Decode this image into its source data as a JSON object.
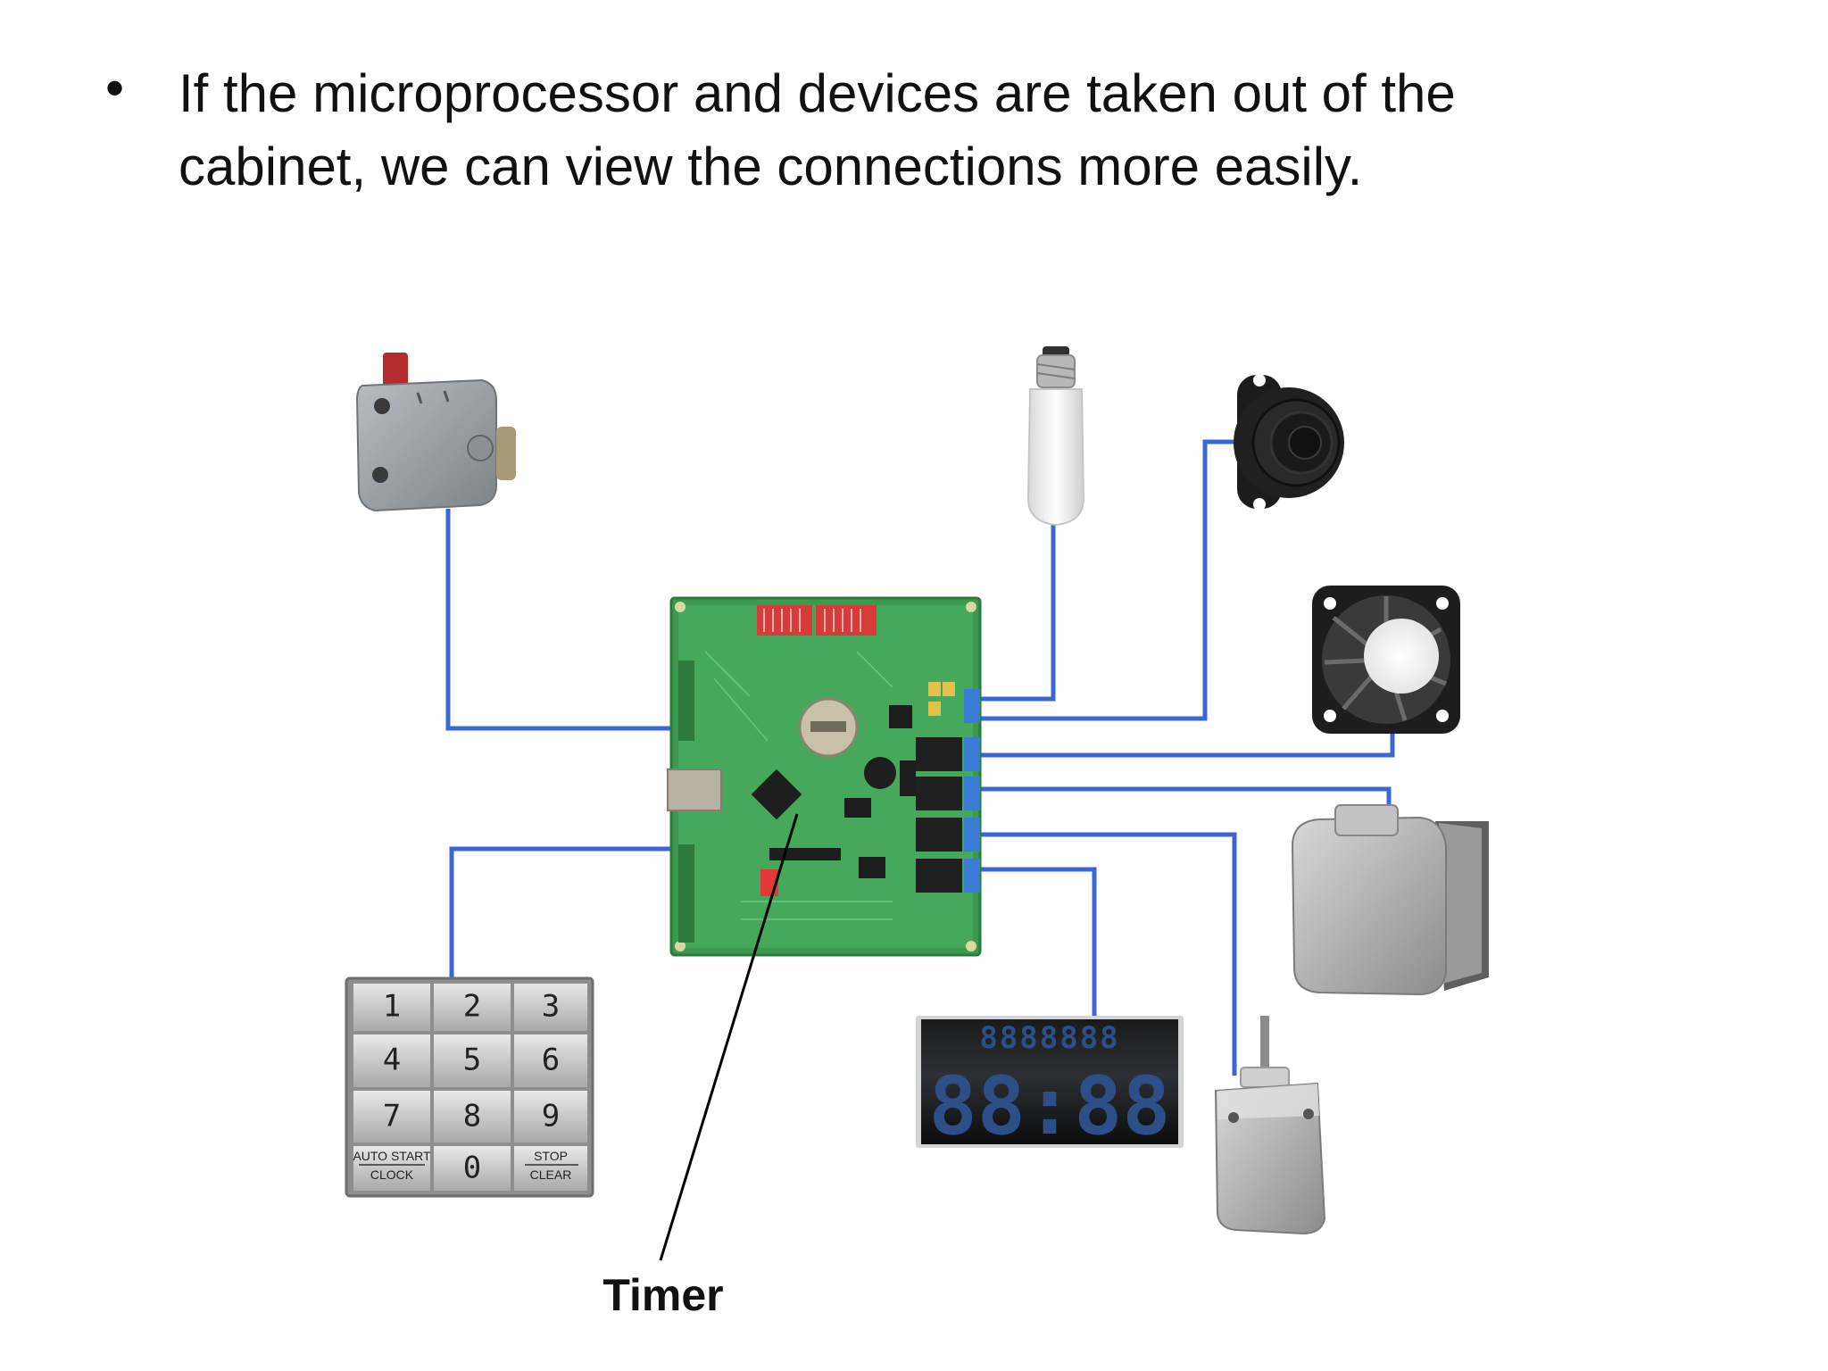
{
  "slide": {
    "bullet": "•",
    "text_line1": "If the microprocessor and devices are taken out of the",
    "text_line2": "cabinet, we can view the connections more easily."
  },
  "callout": {
    "label": "Timer"
  },
  "keypad": {
    "keys": [
      "1",
      "2",
      "3",
      "4",
      "5",
      "6",
      "7",
      "8",
      "9",
      "AUTO START",
      "CLOCK",
      "0",
      "STOP",
      "CLEAR"
    ]
  },
  "display": {
    "top_digits": "8888888",
    "time": "88:88"
  },
  "colors": {
    "wire": "#3b67d6",
    "board": "#3c9a4f",
    "callout_line": "#000000"
  }
}
